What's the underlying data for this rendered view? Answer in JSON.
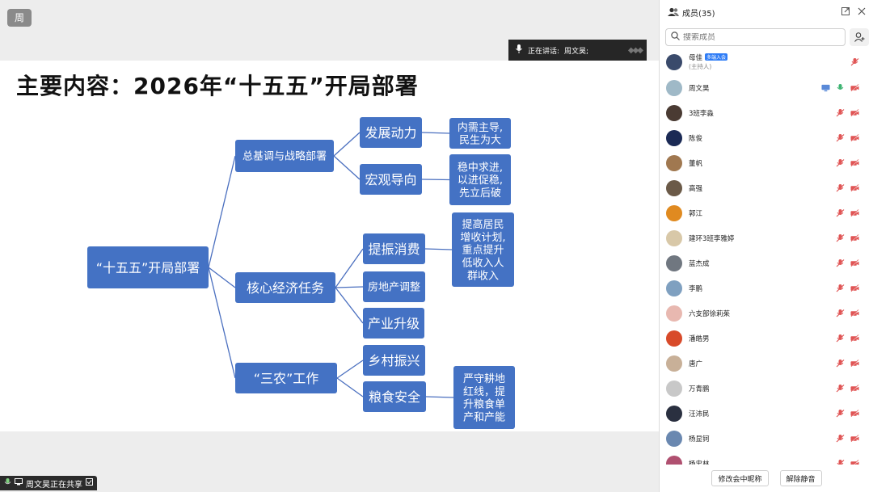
{
  "share": {
    "presenter_avatar_text": "周",
    "speaking_label": "正在讲话:",
    "speaking_name": "周文昊;",
    "status_text": "周文昊正在共享",
    "slide": {
      "title": "主要内容：2026年“十五五”开局部署",
      "root": "“十五五”开局部署",
      "branches": [
        {
          "label": "总基调与战略部署",
          "children": [
            {
              "label": "发展动力",
              "detail": [
                "内需主导,",
                "民生为大"
              ]
            },
            {
              "label": "宏观导向",
              "detail": [
                "稳中求进,",
                "以进促稳,",
                "先立后破"
              ]
            }
          ]
        },
        {
          "label": "核心经济任务",
          "children": [
            {
              "label": "提振消费",
              "detail": [
                "提高居民",
                "增收计划,",
                "重点提升",
                "低收入人",
                "群收入"
              ]
            },
            {
              "label": "房地产调整",
              "detail": []
            },
            {
              "label": "产业升级",
              "detail": []
            }
          ]
        },
        {
          "label": "“三农”工作",
          "children": [
            {
              "label": "乡村振兴",
              "detail": []
            },
            {
              "label": "粮食安全",
              "detail": [
                "严守耕地",
                "红线，提",
                "升粮食单",
                "产和产能"
              ]
            }
          ]
        }
      ]
    }
  },
  "panel": {
    "title": "成员(35)",
    "search_placeholder": "搜索成员",
    "members": [
      {
        "name": "母佳",
        "sub": "(主持人)",
        "tag": "多端入会",
        "color": "#3a4a6b",
        "icons": "mic-off"
      },
      {
        "name": "周文昊",
        "sub": "",
        "tag": "",
        "color": "#9fb9c7",
        "icons": "sharing"
      },
      {
        "name": "3班李淼",
        "sub": "",
        "tag": "",
        "color": "#4a3b33",
        "icons": "both"
      },
      {
        "name": "陈俊",
        "sub": "",
        "tag": "",
        "color": "#1b2a55",
        "icons": "both"
      },
      {
        "name": "董帆",
        "sub": "",
        "tag": "",
        "color": "#a07850",
        "icons": "both"
      },
      {
        "name": "高强",
        "sub": "",
        "tag": "",
        "color": "#6b5a48",
        "icons": "both"
      },
      {
        "name": "郭江",
        "sub": "",
        "tag": "",
        "color": "#e08a20",
        "icons": "both"
      },
      {
        "name": "建环3班李雅婷",
        "sub": "",
        "tag": "",
        "color": "#d8c8a8",
        "icons": "both"
      },
      {
        "name": "蓝杰成",
        "sub": "",
        "tag": "",
        "color": "#707780",
        "icons": "both"
      },
      {
        "name": "李鹏",
        "sub": "",
        "tag": "",
        "color": "#7fa0c0",
        "icons": "both"
      },
      {
        "name": "六支部徐莉茱",
        "sub": "",
        "tag": "",
        "color": "#e8b8b0",
        "icons": "both"
      },
      {
        "name": "潘皓男",
        "sub": "",
        "tag": "",
        "color": "#d84a2a",
        "icons": "both"
      },
      {
        "name": "唐广",
        "sub": "",
        "tag": "",
        "color": "#c8b098",
        "icons": "both"
      },
      {
        "name": "万青鹏",
        "sub": "",
        "tag": "",
        "color": "#c8c8c8",
        "icons": "both"
      },
      {
        "name": "汪沛民",
        "sub": "",
        "tag": "",
        "color": "#2a3040",
        "icons": "both"
      },
      {
        "name": "杨显钶",
        "sub": "",
        "tag": "",
        "color": "#6a88b0",
        "icons": "both"
      },
      {
        "name": "杨忠林",
        "sub": "",
        "tag": "",
        "color": "#b05070",
        "icons": "both"
      }
    ],
    "footer": {
      "rename_label": "修改会中昵称",
      "unmute_label": "解除静音"
    }
  }
}
